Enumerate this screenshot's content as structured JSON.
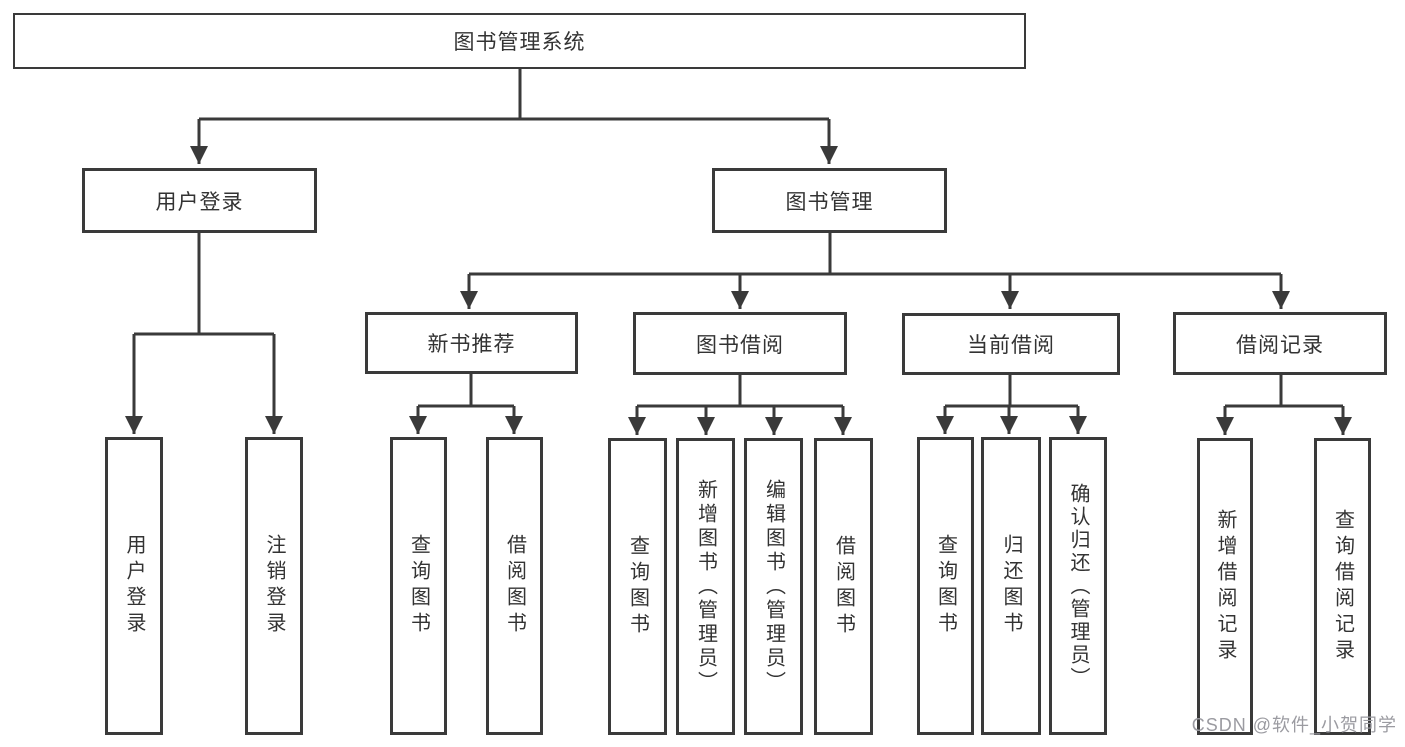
{
  "diagram": {
    "root": {
      "label": "图书管理系统"
    },
    "level2": [
      {
        "label": "用户登录"
      },
      {
        "label": "图书管理"
      }
    ],
    "level3": [
      {
        "label": "新书推荐"
      },
      {
        "label": "图书借阅"
      },
      {
        "label": "当前借阅"
      },
      {
        "label": "借阅记录"
      }
    ],
    "leaves": {
      "user_login": [
        "用户登录",
        "注销登录"
      ],
      "new_book_recommend": [
        "查询图书",
        "借阅图书"
      ],
      "book_borrow": [
        "查询图书",
        "新增图书（管理员）",
        "编辑图书（管理员）",
        "借阅图书"
      ],
      "current_borrow": [
        "查询图书",
        "归还图书",
        "确认归还（管理员）"
      ],
      "borrow_records": [
        "新增借阅记录",
        "查询借阅记录"
      ]
    }
  },
  "watermark": {
    "text": "CSDN @软件_小贺同学"
  },
  "colors": {
    "line": "#3a3a3a",
    "box_border": "#3a3a3a",
    "text": "#333333",
    "watermark": "#9b9ba1",
    "background": "#ffffff"
  }
}
